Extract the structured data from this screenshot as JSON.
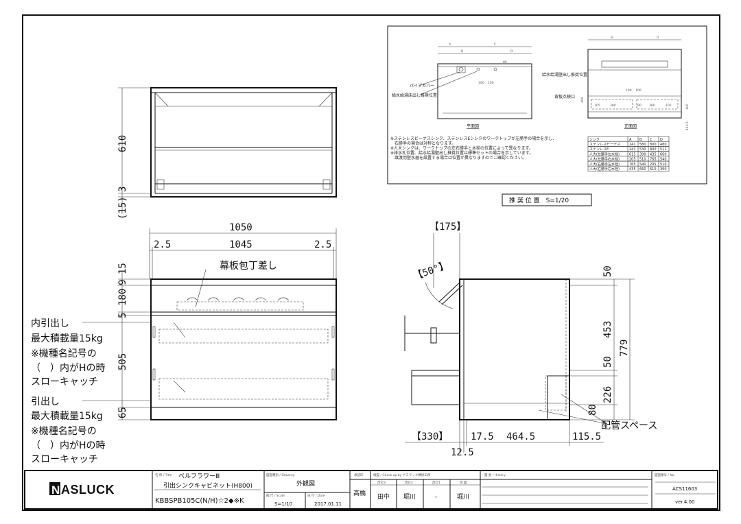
{
  "front_view": {
    "label_makuita": "幕板包丁差し",
    "dims_top": {
      "overall": "1050",
      "left": "2.5",
      "middle": "1045",
      "right": "2.5"
    },
    "dims_left": [
      "15",
      "9",
      "180",
      "5",
      "505",
      "65"
    ]
  },
  "top_view": {
    "dims_left": [
      "610",
      "3",
      "(15)"
    ]
  },
  "notes_left": {
    "inner_drawer": [
      "内引出し",
      "最大積載量15kg",
      "※機種名記号の",
      "（　）内がHの時",
      "スローキャッチ"
    ],
    "drawer": [
      "引出し",
      "最大積載量15kg",
      "※機種名記号の",
      "（　）内がHの時",
      "スローキャッチ"
    ]
  },
  "side_view": {
    "top_dim": "【175】",
    "angle": "【50°】",
    "dims_right": [
      "50",
      "453",
      "50",
      "226",
      "80"
    ],
    "overall_height": "779",
    "dims_bottom": [
      "【330】",
      "17.5",
      "464.5",
      "115.5"
    ],
    "dim_under": "12.5",
    "pipe_space": "配管スペース"
  },
  "inset": {
    "plan_label": "平面図",
    "front_label": "正面図",
    "pipe_cover": "パイプカバー",
    "floor_supply": "給水給湯床出し推奨位置",
    "wall_supply": "給水給湯壁出し推奨位置",
    "back_panel": "背板点検口",
    "letters": [
      "A",
      "B",
      "C",
      "D"
    ],
    "small_dims": [
      "100",
      "100",
      "80",
      "105",
      "380",
      "90",
      "380",
      "105",
      "400",
      "100",
      "110.5"
    ],
    "notes": [
      "※ステンレスビーナスシンク、ステンレスEシンクのワークトップが左勝手の場合を示し、",
      "　右勝手の場合は対称となります。",
      "※人大シンクは、ワークトップの左右勝手と水栓の位置によって異なります。",
      "※排水孔位置、給水給湯壁出し推奨位置は標準セットの場合を示しています。",
      "　譲渡用壁水器を設置する場合は位置が異なりますのでご確認ください。"
    ],
    "table": {
      "headers": [
        "シンク",
        "A",
        "B",
        "C",
        "D"
      ],
      "rows": [
        [
          "ステンレスビーナス",
          "241",
          "580",
          "800",
          "480"
        ],
        [
          "ステンレスE",
          "241",
          "530",
          "800",
          "511"
        ],
        [
          "人大(左勝手左水栓)",
          "615",
          "390",
          "435",
          "660"
        ],
        [
          "人大(左勝手右水栓)",
          "205",
          "510",
          "765",
          "540"
        ],
        [
          "人大(右勝手左水栓)",
          "765",
          "540",
          "205",
          "510"
        ],
        [
          "人大(右勝手右水栓)",
          "435",
          "660",
          "615",
          "390"
        ]
      ]
    },
    "caption": "推 奨 位 置　S=1/20"
  },
  "title_block": {
    "logo": "NASLUCK",
    "title_caption": "名 称 / Title",
    "series": "ベルフラワーⅢ",
    "product": "引出シンクキャビネット(H800)",
    "model": "KBBSPB105C(N/H)☆2◆※K",
    "drawing_caption": "図面種別 / Drawing",
    "drawing": "外観図",
    "scale_caption": "縮 尺 / Scale",
    "scale": "S=1/10",
    "date_caption": "日 付 / Date",
    "date": "2017.01.11",
    "approval_caption": "承認印",
    "approver": "高橋",
    "check_caption": "検図 / Check up by ナスラック隣接工務",
    "check_cols": [
      "改訂3",
      "改訂2",
      "改訂1",
      "作 図"
    ],
    "check_names": [
      "田中",
      "堀川",
      "-",
      "堀川"
    ],
    "history_caption": "履 歴 / History",
    "no_caption": "図面番号 / No.",
    "number": "ACS11603",
    "version": "ver.4.00"
  }
}
